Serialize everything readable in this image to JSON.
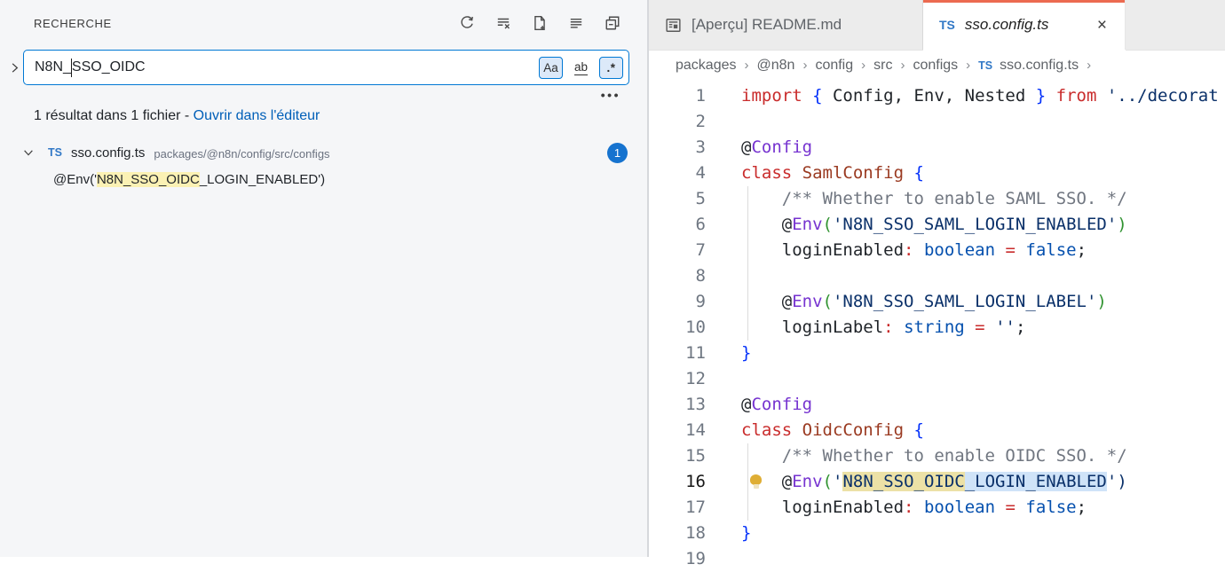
{
  "colors": {
    "tab_accent": "#ec6a50",
    "badge_bg": "#1673cf",
    "link": "#005fb8",
    "focus_border": "#0078d4",
    "toggle_active_bg": "#dce9f9",
    "match_bg_panel": "#fbf1b4",
    "match_bg_editor": "#ece1a6",
    "word_highlight_bg": "#cfe3f8",
    "kw": "#c92c2c",
    "punct_blue": "#0431fa",
    "punct_green": "#319331",
    "string": "#0a3069",
    "decorator": "#7633d0",
    "class_name": "#9a3a21",
    "comment": "#707680",
    "type": "#0550ae",
    "ts_icon": "#3178c6"
  },
  "search_panel": {
    "title": "RECHERCHE",
    "toolbar_icons": [
      "refresh-icon",
      "clear-search-results-icon",
      "new-search-editor-icon",
      "view-as-list-icon",
      "collapse-all-icon"
    ],
    "input": {
      "value": "N8N_SSO_OIDC",
      "value_before_cursor": "N8N_",
      "value_after_cursor": "SSO_OIDC"
    },
    "toggles": [
      {
        "name": "match-case-toggle",
        "label": "Aa",
        "active": true
      },
      {
        "name": "whole-word-toggle",
        "label": "ab",
        "active": false
      },
      {
        "name": "regex-toggle",
        "label": ".*",
        "active": true
      }
    ],
    "more_label": "•••",
    "summary_text": "1 résultat dans 1 fichier - ",
    "summary_link": "Ouvrir dans l'éditeur",
    "file_result": {
      "type_icon": "TS",
      "name": "sso.config.ts",
      "path": "packages/@n8n/config/src/configs",
      "badge": "1"
    },
    "match": {
      "prefix": "@Env('",
      "highlight": "N8N_SSO_OIDC",
      "suffix": "_LOGIN_ENABLED')"
    }
  },
  "editor": {
    "tabs": [
      {
        "label": "[Aperçu] README.md",
        "icon": "markdown-preview-icon",
        "active": false
      },
      {
        "label": "sso.config.ts",
        "type_icon": "TS",
        "active": true,
        "close_label": "×"
      }
    ],
    "breadcrumbs": [
      "packages",
      "@n8n",
      "config",
      "src",
      "configs"
    ],
    "breadcrumb_file": {
      "type_icon": "TS",
      "label": "sso.config.ts"
    },
    "breadcrumb_separator": "›",
    "code": {
      "lines": [
        {
          "n": 1,
          "tokens": [
            [
              "kw",
              "import "
            ],
            [
              "pb",
              "{"
            ],
            [
              "pl",
              " Config, Env, Nested "
            ],
            [
              "pb",
              "}"
            ],
            [
              "pl",
              " "
            ],
            [
              "kw",
              "from "
            ],
            [
              "st",
              "'../decorat"
            ]
          ]
        },
        {
          "n": 2,
          "tokens": []
        },
        {
          "n": 3,
          "tokens": [
            [
              "pl",
              "@"
            ],
            [
              "dc",
              "Config"
            ]
          ]
        },
        {
          "n": 4,
          "tokens": [
            [
              "kw",
              "class"
            ],
            [
              "pl",
              " "
            ],
            [
              "cl",
              "SamlConfig"
            ],
            [
              "pl",
              " "
            ],
            [
              "pb",
              "{"
            ]
          ]
        },
        {
          "n": 5,
          "guide": true,
          "tokens": [
            [
              "cm",
              "    /** Whether to enable SAML SSO. */"
            ]
          ]
        },
        {
          "n": 6,
          "guide": true,
          "tokens": [
            [
              "pl",
              "    @"
            ],
            [
              "dc",
              "Env"
            ],
            [
              "pg",
              "("
            ],
            [
              "st",
              "'N8N_SSO_SAML_LOGIN_ENABLED'"
            ],
            [
              "pg",
              ")"
            ]
          ]
        },
        {
          "n": 7,
          "guide": true,
          "tokens": [
            [
              "pl",
              "    loginEnabled"
            ],
            [
              "op",
              ":"
            ],
            [
              "pl",
              " "
            ],
            [
              "ty",
              "boolean"
            ],
            [
              "pl",
              " "
            ],
            [
              "op",
              "="
            ],
            [
              "pl",
              " "
            ],
            [
              "ty",
              "false"
            ],
            [
              "pl",
              ";"
            ]
          ]
        },
        {
          "n": 8,
          "guide": true,
          "tokens": []
        },
        {
          "n": 9,
          "guide": true,
          "tokens": [
            [
              "pl",
              "    @"
            ],
            [
              "dc",
              "Env"
            ],
            [
              "pg",
              "("
            ],
            [
              "st",
              "'N8N_SSO_SAML_LOGIN_LABEL'"
            ],
            [
              "pg",
              ")"
            ]
          ]
        },
        {
          "n": 10,
          "guide": true,
          "tokens": [
            [
              "pl",
              "    loginLabel"
            ],
            [
              "op",
              ":"
            ],
            [
              "pl",
              " "
            ],
            [
              "ty",
              "string"
            ],
            [
              "pl",
              " "
            ],
            [
              "op",
              "="
            ],
            [
              "pl",
              " "
            ],
            [
              "st",
              "''"
            ],
            [
              "pl",
              ";"
            ]
          ]
        },
        {
          "n": 11,
          "tokens": [
            [
              "pb",
              "}"
            ]
          ]
        },
        {
          "n": 12,
          "tokens": []
        },
        {
          "n": 13,
          "tokens": [
            [
              "pl",
              "@"
            ],
            [
              "dc",
              "Config"
            ]
          ]
        },
        {
          "n": 14,
          "tokens": [
            [
              "kw",
              "class"
            ],
            [
              "pl",
              " "
            ],
            [
              "cl",
              "OidcConfig"
            ],
            [
              "pl",
              " "
            ],
            [
              "pb",
              "{"
            ]
          ]
        },
        {
          "n": 15,
          "guide": true,
          "tokens": [
            [
              "cm",
              "    /** Whether to enable OIDC SSO. */"
            ]
          ]
        },
        {
          "n": 16,
          "guide": true,
          "bulb": true,
          "active": true,
          "tokens": [
            [
              "pl",
              "    @"
            ],
            [
              "dc",
              "Env"
            ],
            [
              "pg",
              "("
            ],
            [
              "st",
              "'"
            ],
            [
              "sy",
              "N8N_SSO_OIDC"
            ],
            [
              "sb",
              "_LOGIN_ENABLED"
            ],
            [
              "st",
              "')"
            ]
          ]
        },
        {
          "n": 17,
          "guide": true,
          "tokens": [
            [
              "pl",
              "    loginEnabled"
            ],
            [
              "op",
              ":"
            ],
            [
              "pl",
              " "
            ],
            [
              "ty",
              "boolean"
            ],
            [
              "pl",
              " "
            ],
            [
              "op",
              "="
            ],
            [
              "pl",
              " "
            ],
            [
              "ty",
              "false"
            ],
            [
              "pl",
              ";"
            ]
          ]
        },
        {
          "n": 18,
          "tokens": [
            [
              "pb",
              "}"
            ]
          ]
        },
        {
          "n": 19,
          "tokens": []
        }
      ]
    }
  }
}
